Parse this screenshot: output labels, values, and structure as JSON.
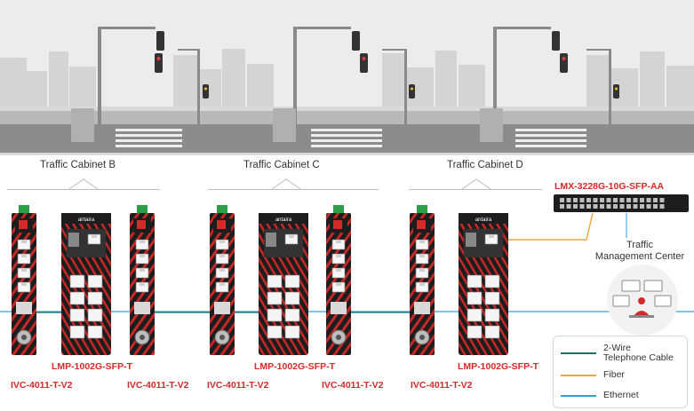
{
  "cabinets": [
    {
      "label": "Traffic Cabinet B"
    },
    {
      "label": "Traffic Cabinet C"
    },
    {
      "label": "Traffic Cabinet D"
    }
  ],
  "core_switch": {
    "model": "LMX-3228G-10G-SFP-AA"
  },
  "management_center": {
    "line1": "Traffic",
    "line2": "Management Center"
  },
  "devices": {
    "poe_switch_model": "LMP-1002G-SFP-T",
    "extender_model": "IVC-4011-T-V2",
    "brand_logo": "antaira"
  },
  "legend": [
    {
      "line1": "2-Wire",
      "line2": "Telephone Cable",
      "color": "#1f6e6e"
    },
    {
      "line1": "Fiber",
      "line2": "",
      "color": "#f2a33a"
    },
    {
      "line1": "Ethernet",
      "line2": "",
      "color": "#2aa3d8"
    }
  ],
  "colors": {
    "telephone": "#1f6e6e",
    "fiber": "#f2a33a",
    "ethernet": "#2aa3d8",
    "accent_red": "#d42a2a",
    "device_body": "#1d1d1d",
    "skyline": "#d4d4d4"
  }
}
